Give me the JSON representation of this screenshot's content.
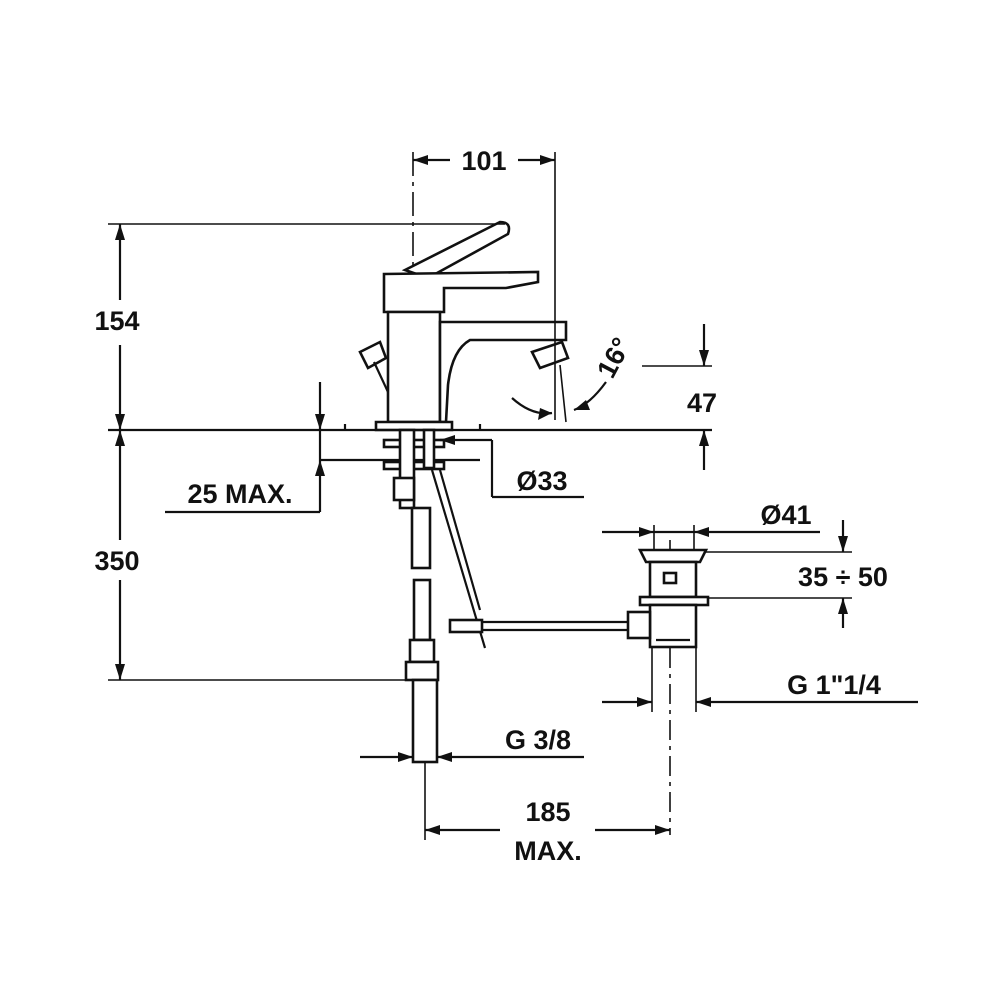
{
  "drawing": {
    "dimensions": {
      "spout_reach": "101",
      "height_above_deck": "154",
      "below_deck_length": "350",
      "deck_thickness": "25 MAX.",
      "hole_diameter": "Ø33",
      "spout_angle": "16°",
      "spout_height": "47",
      "waste_diameter": "Ø41",
      "waste_range": "35 ÷ 50",
      "waste_thread": "G 1\"1/4",
      "supply_thread": "G 3/8",
      "pull_rod_distance_value": "185",
      "pull_rod_distance_suffix": "MAX."
    },
    "colors": {
      "ink": "#111111",
      "paper": "#ffffff"
    }
  }
}
